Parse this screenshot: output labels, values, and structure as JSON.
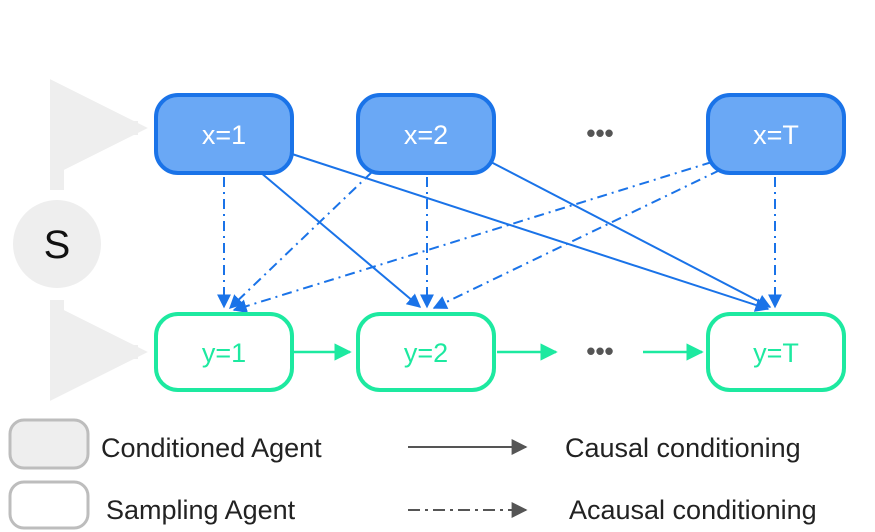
{
  "diagram": {
    "start_node": "S",
    "x_nodes": [
      "x=1",
      "x=2",
      "x=T"
    ],
    "y_nodes": [
      "y=1",
      "y=2",
      "y=T"
    ],
    "x_ellipsis": "•••",
    "y_ellipsis": "•••"
  },
  "legend": {
    "conditioned_agent": "Conditioned Agent",
    "sampling_agent": "Sampling Agent",
    "causal": "Causal conditioning",
    "acausal": "Acausal conditioning"
  },
  "colors": {
    "x_fill": "#6aa8f5",
    "x_stroke": "#1a73e8",
    "x_text": "#ffffff",
    "y_fill": "#ffffff",
    "y_stroke": "#1de9a0",
    "y_text": "#1de9a0",
    "edge": "#1a73e8",
    "y_edge": "#1de9a0",
    "s_fill": "#eeeeee",
    "connector": "#eeeeee"
  }
}
